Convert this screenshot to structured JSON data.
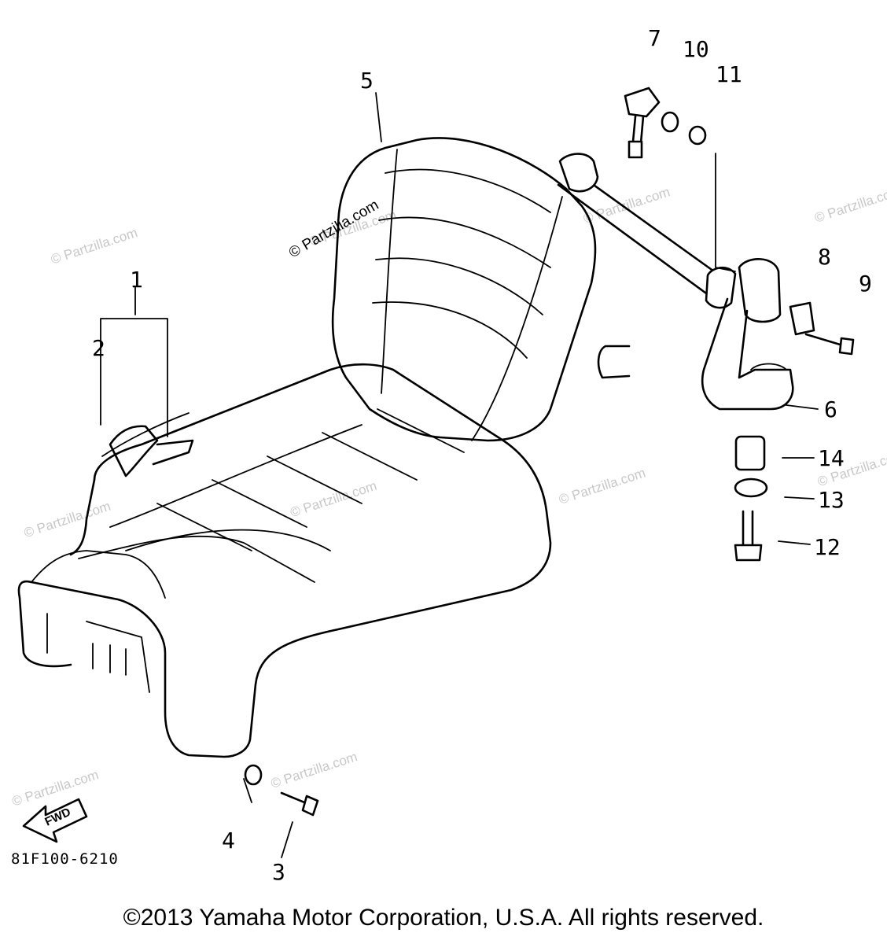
{
  "diagram": {
    "part_numbers": [
      "1",
      "2",
      "3",
      "4",
      "5",
      "6",
      "7",
      "8",
      "9",
      "10",
      "11",
      "12",
      "13",
      "14"
    ],
    "diagram_code": "81F100-6210",
    "direction_label": "FWD",
    "watermark": "© Partzilla.com",
    "copyright": "©2013  Yamaha Motor Corporation, U.S.A. All rights reserved."
  }
}
